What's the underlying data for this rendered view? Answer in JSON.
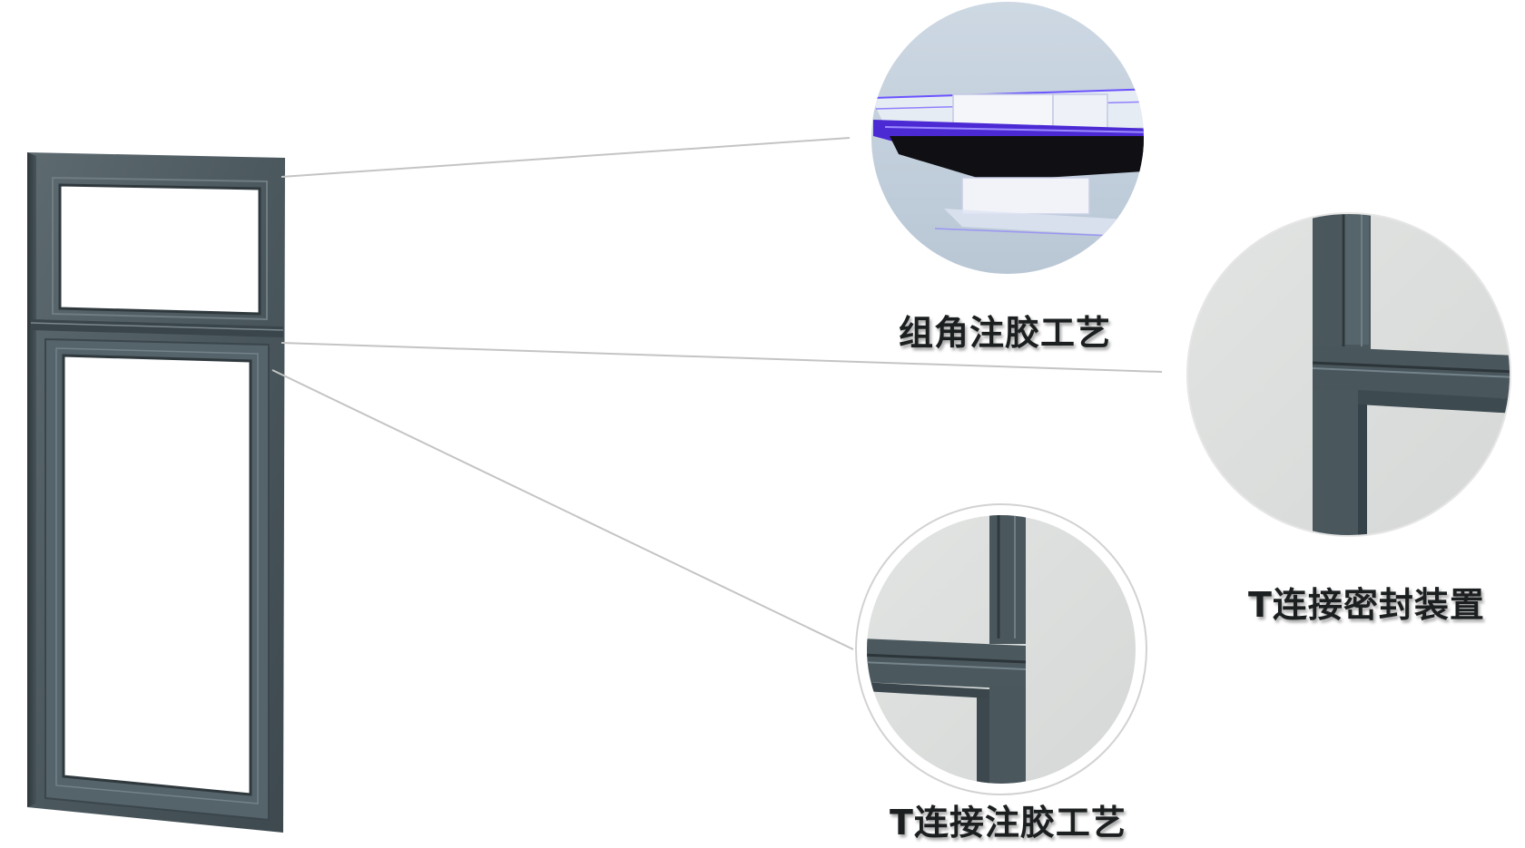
{
  "captions": {
    "corner_glue": "组角注胶工艺",
    "t_seal": "T连接密封装置",
    "t_glue": "T连接注胶工艺"
  },
  "colors": {
    "frame": "#4e5c62",
    "frame_light": "#6f7d83",
    "frame_dark": "#2f393d",
    "callout_line": "#c4c4c4",
    "circle_border": "#d2d2d2",
    "detail_bg": "#dcdedd",
    "glass_blue_bg": "#c7d3de",
    "accent_violet": "#4b2ad4"
  },
  "icons": {
    "window": "window-frame-illustration",
    "detail_corner": "corner-joint-glue-detail",
    "detail_tseal": "t-joint-seal-detail",
    "detail_tglue": "t-joint-glue-detail"
  }
}
